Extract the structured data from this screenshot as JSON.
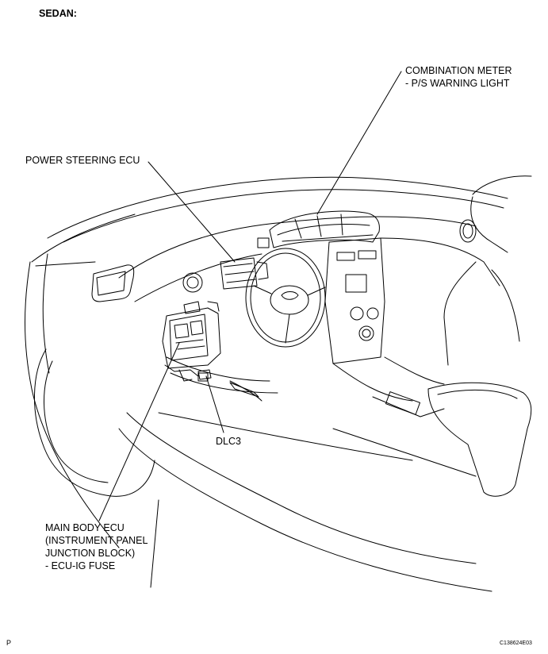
{
  "heading": "SEDAN:",
  "callouts": {
    "combination_meter": [
      "COMBINATION METER",
      "- P/S WARNING LIGHT"
    ],
    "power_steering_ecu": "POWER STEERING ECU",
    "dlc3": "DLC3",
    "main_body_ecu": [
      "MAIN BODY ECU",
      "(INSTRUMENT PANEL",
      "JUNCTION BLOCK)",
      "- ECU-IG FUSE"
    ]
  },
  "footer": {
    "left_mark": "P",
    "figure_code": "C138624E03"
  }
}
